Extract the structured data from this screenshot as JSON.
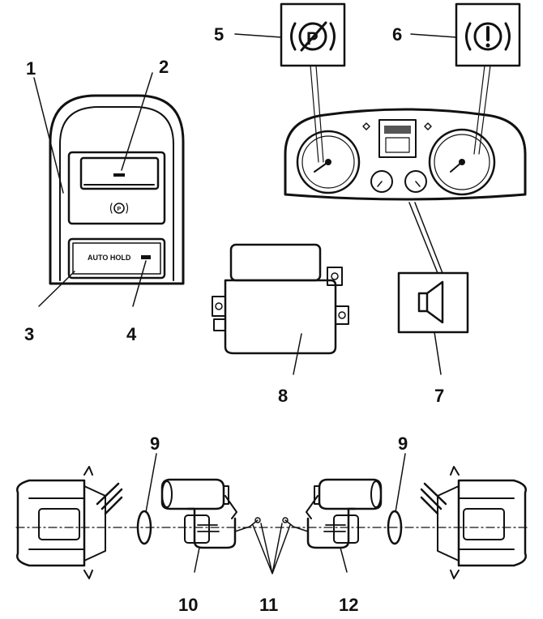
{
  "callouts": [
    "1",
    "2",
    "3",
    "4",
    "5",
    "6",
    "7",
    "8",
    "9",
    "9",
    "10",
    "11",
    "12"
  ],
  "console": {
    "button_label": "AUTO HOLD"
  },
  "icons": {
    "parking_brake": "parking-brake-p-icon",
    "brake_warning": "brake-warning-exclamation-icon",
    "speaker": "speaker-icon"
  },
  "colors": {
    "ink": "#111111",
    "background": "#ffffff"
  }
}
